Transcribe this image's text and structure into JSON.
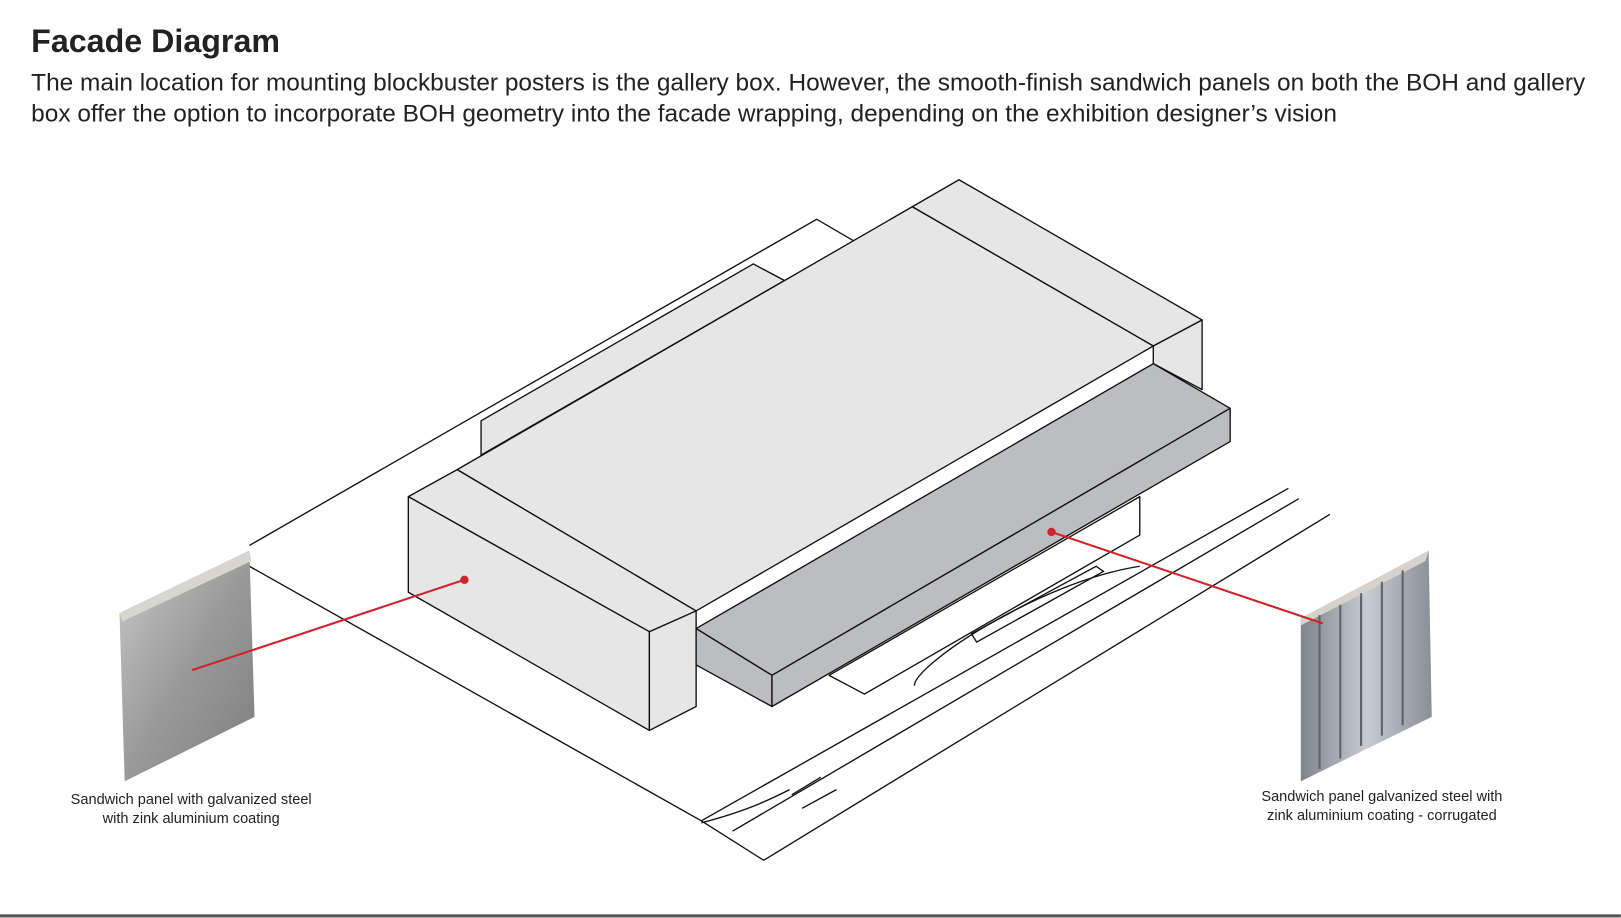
{
  "title": "Facade Diagram",
  "description": "The main location for mounting blockbuster posters is the gallery box. However, the smooth-finish sandwich panels on both the BOH and gallery box offer the option to incorporate BOH geometry into the facade wrapping, depending on the exhibition designer’s vision",
  "callouts": [
    {
      "label": "Sandwich panel with galvanized steel with zink aluminium coating",
      "line1": "Sandwich panel with galvanized steel",
      "line2": "with zink aluminium coating"
    },
    {
      "label": "Sandwich panel galvanized steel with zink aluminium coating - corrugated",
      "line1": "Sandwich panel galvanized steel with",
      "line2": "zink aluminium coating - corrugated"
    }
  ],
  "colors": {
    "leader": "#d0232a",
    "box_light": "#e6e6e6",
    "slab": "#bcbdc0"
  }
}
